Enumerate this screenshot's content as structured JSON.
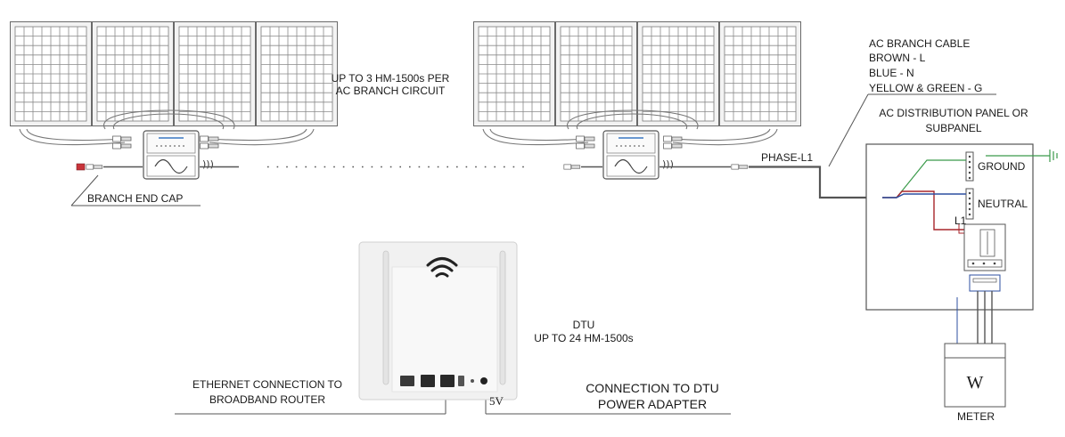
{
  "labels": {
    "branch_capacity_line1": "UP TO 3 HM-1500s PER",
    "branch_capacity_line2": "AC BRANCH CIRCUIT",
    "ac_branch_cable": "AC BRANCH CABLE",
    "brown": "BROWN - L",
    "blue": "BLUE - N",
    "yellow_green": "YELLOW & GREEN - G",
    "panel_line1": "AC DISTRIBUTION PANEL OR",
    "panel_line2": "SUBPANEL",
    "phase": "PHASE-L1",
    "ground": "GROUND",
    "neutral": "NEUTRAL",
    "l1": "L1",
    "branch_end_cap": "BRANCH END CAP",
    "dtu": "DTU",
    "dtu_capacity": "UP TO 24 HM-1500s",
    "ethernet_line1": "ETHERNET CONNECTION TO",
    "ethernet_line2": "BROADBAND ROUTER",
    "power_line1": "CONNECTION TO DTU",
    "power_line2": "POWER ADAPTER",
    "voltage": "5V",
    "meter": "METER",
    "meter_symbol": "W"
  },
  "icons": {
    "solar_panel": "solar-panel-icon",
    "microinverter": "microinverter-icon",
    "wifi": "wifi-icon",
    "dtu": "dtu-device-icon",
    "breaker": "circuit-breaker-icon",
    "meter": "meter-icon",
    "earth": "earth-ground-icon"
  },
  "colors": {
    "line_l": "#a8262b",
    "line_n": "#2c4fa1",
    "line_g": "#3a9a4a",
    "cable": "#555555",
    "end_cap": "#c8343a"
  }
}
